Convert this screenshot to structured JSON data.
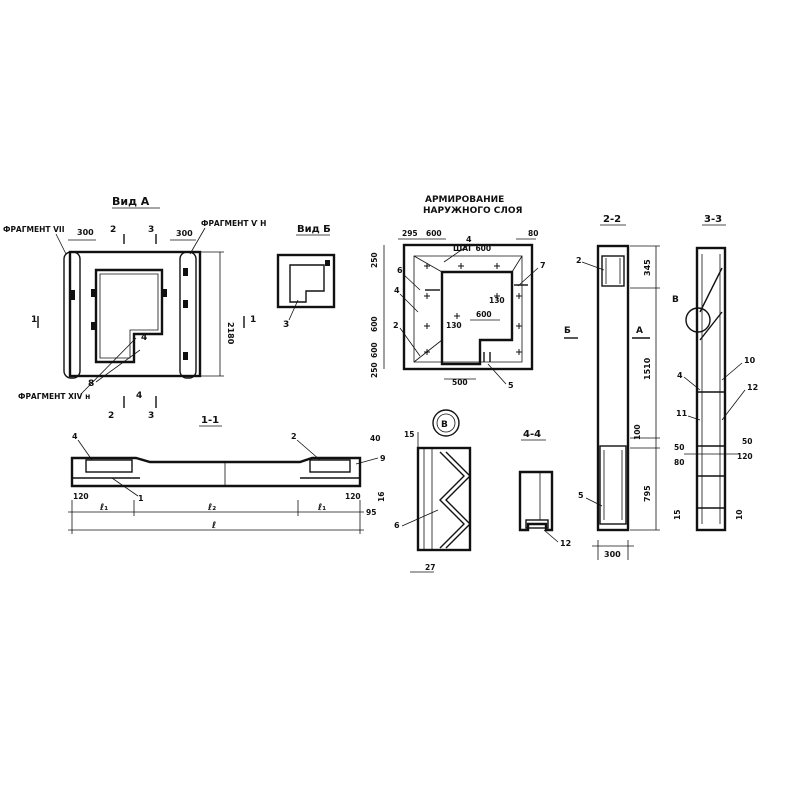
{
  "views": {
    "vid_a": {
      "title": "Вид А",
      "frag_vii": "ФРАГМЕНТ VII",
      "frag_vn": "ФРАГМЕНТ Ѵ Н",
      "frag_xiv": "ФРАГМЕНТ XIV н",
      "dim_300_l": "300",
      "dim_300_r": "300",
      "dim_2180": "2180",
      "sec_1l": "1",
      "sec_1r": "1",
      "sec_2t": "2",
      "sec_3t": "3",
      "sec_2b": "2",
      "sec_3b": "3",
      "sec_4a": "4",
      "sec_4b": "4",
      "pos_8": "8"
    },
    "vid_b": {
      "title": "Вид Б",
      "pos_3": "3"
    },
    "arm": {
      "title1": "АРМИРОВАНИЕ",
      "title2": "НАРУЖНОГО СЛОЯ",
      "d295": "295",
      "d600a": "600",
      "d80": "80",
      "d250a": "250",
      "d600b": "600",
      "d600c": "600",
      "d250b": "250",
      "shag": "ШАГ 600",
      "p4": "4",
      "p6": "6",
      "p4b": "4",
      "p2": "2",
      "p7": "7",
      "d130a": "130",
      "d600d": "600",
      "d130b": "130",
      "d500": "500",
      "p5": "5"
    },
    "s22": {
      "title": "2-2",
      "p2": "2",
      "b": "Б",
      "a": "А",
      "d345": "345",
      "d1510": "1510",
      "d100": "100",
      "d795": "795",
      "p5": "5",
      "d300": "300"
    },
    "s33": {
      "title": "3-3",
      "bmark": "В",
      "p10": "10",
      "p4": "4",
      "p12": "12",
      "p11": "11",
      "d50a": "50",
      "d50b": "50",
      "d80": "80",
      "d120": "120",
      "d15": "15",
      "d10": "10"
    },
    "s11": {
      "title": "1-1",
      "p4": "4",
      "p2": "2",
      "d40": "40",
      "p9": "9",
      "d120a": "120",
      "p1": "1",
      "d120b": "120",
      "d16": "16",
      "d95": "95",
      "l1a": "ℓ₁",
      "l2": "ℓ₂",
      "l1b": "ℓ₁",
      "l": "ℓ"
    },
    "detail_b": {
      "label": "В",
      "d15": "15",
      "p6": "6",
      "d27": "27"
    },
    "s44": {
      "title": "4-4",
      "p12": "12"
    }
  }
}
